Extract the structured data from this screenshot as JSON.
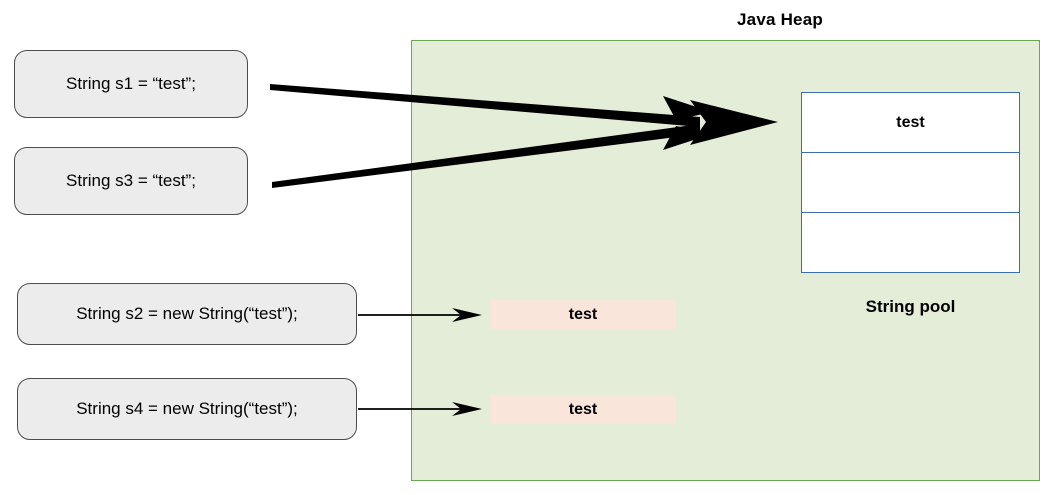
{
  "diagram": {
    "title": "Java Heap",
    "heap_label": "Java Heap",
    "pool_label": "String pool"
  },
  "statements": [
    {
      "id": "s1",
      "text": "String s1 = “test”;"
    },
    {
      "id": "s3",
      "text": "String s3 = “test”;"
    },
    {
      "id": "s2",
      "text": "String s2 = new String(“test”);"
    },
    {
      "id": "s4",
      "text": "String s4 = new String(“test”);"
    }
  ],
  "string_pool": {
    "label": "String pool",
    "rows": [
      {
        "value": "test"
      },
      {
        "value": ""
      },
      {
        "value": ""
      }
    ]
  },
  "heap_objects": [
    {
      "id": "obj-s2",
      "value": "test"
    },
    {
      "id": "obj-s4",
      "value": "test"
    }
  ],
  "colors": {
    "heap_fill": "#e3edd7",
    "heap_border": "#6aa84f",
    "statement_fill": "#ececec",
    "statement_border": "#4d4d4d",
    "pool_border": "#3b6cb4",
    "pool_fill": "#ffffff",
    "object_fill": "#fae5da",
    "arrow": "#000000"
  }
}
